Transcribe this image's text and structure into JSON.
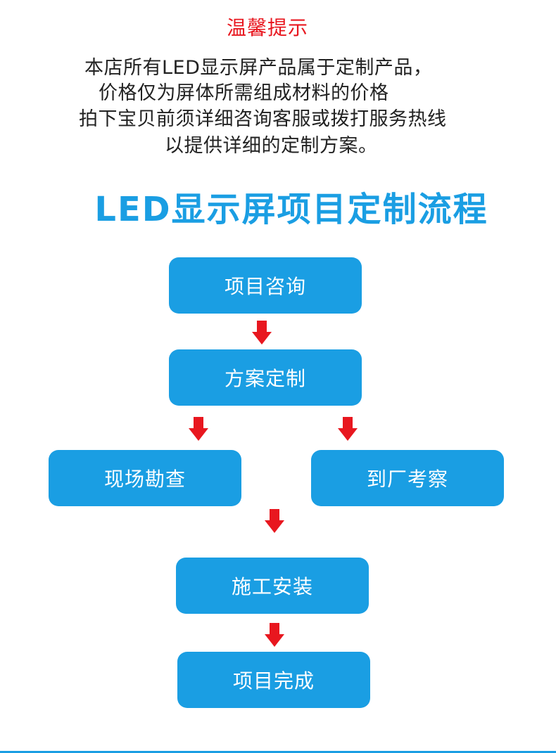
{
  "notice": {
    "title": "温馨提示",
    "lines": [
      "本店所有LED显示屏产品属于定制产品，",
      "价格仅为屏体所需组成材料的价格",
      "拍下宝贝前须详细咨询客服或拨打服务热线",
      "以提供详细的定制方案。"
    ]
  },
  "process": {
    "title": "LED显示屏项目定制流程",
    "steps": [
      "项目咨询",
      "方案定制",
      "现场勘查",
      "到厂考察",
      "施工安装",
      "项目完成"
    ]
  },
  "colors": {
    "accent_blue": "#1a9ee3",
    "notice_red": "#e8171f",
    "arrow_red": "#e8171f",
    "text_dark": "#222222"
  },
  "icons": {
    "arrow": "down-arrow-icon"
  }
}
